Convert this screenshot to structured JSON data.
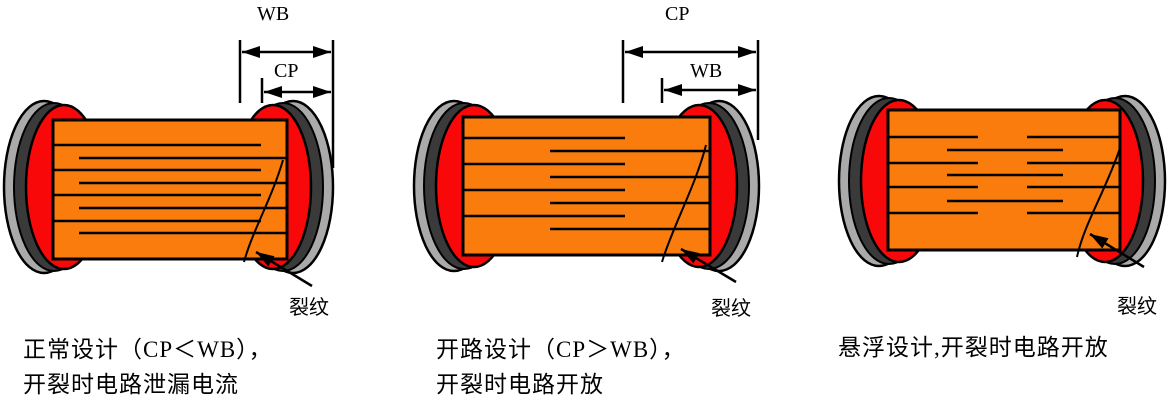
{
  "colors": {
    "background": "#FFFFFF",
    "ceramic_body_orange": "#F97C0C",
    "end_cap_red": "#F80808",
    "terminal_inner_dark_gray": "#3A3A3A",
    "terminal_outer_light_gray": "#AAAAAA",
    "line_black": "#000000"
  },
  "diagrams": [
    {
      "name": "normal-design",
      "dim_outer_label": "WB",
      "dim_inner_label": "CP",
      "crack_label": "裂纹",
      "caption_line1": "正常设计（CP＜WB），",
      "caption_line2": "开裂时电路泄漏电流"
    },
    {
      "name": "open-design",
      "dim_outer_label": "CP",
      "dim_inner_label": "WB",
      "crack_label": "裂纹",
      "caption_line1": "开路设计（CP＞WB），",
      "caption_line2": "开裂时电路开放"
    },
    {
      "name": "floating-design",
      "crack_label": "裂纹",
      "caption_line1": "悬浮设计,开裂时电路开放"
    }
  ]
}
